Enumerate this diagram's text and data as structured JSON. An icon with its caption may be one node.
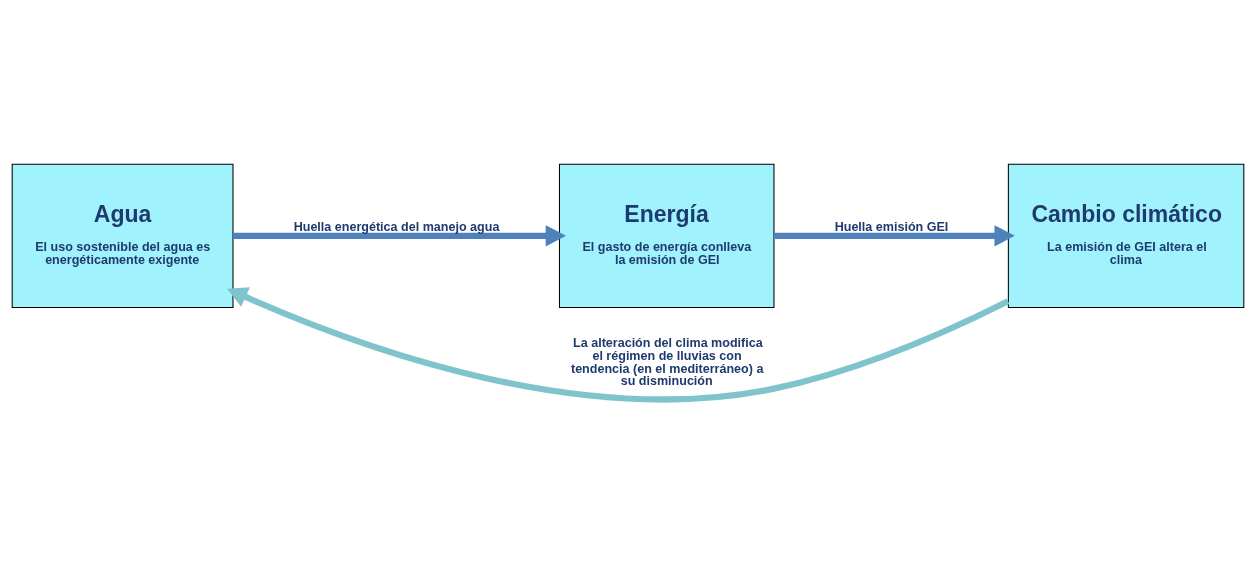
{
  "diagram": {
    "nodes": [
      {
        "text": [
          "Agua",
          "El uso sostenible del agua es energéticamente exigente"
        ]
      },
      {
        "text": [
          "Energía",
          "El gasto de energía conlleva la emisión de GEI"
        ]
      },
      {
        "text": [
          "Cambio climático",
          "La emisión de GEI altera el clima"
        ]
      }
    ],
    "edges": [
      {
        "from": 0,
        "to": 1,
        "arrow": "to",
        "label": "Huella energética del manejo agua"
      },
      {
        "from": 1,
        "to": 2,
        "arrow": "to",
        "label": "Huella emisión GEI"
      },
      {
        "from": 2,
        "to": 0,
        "arrow": "to",
        "label": "La alteración del clima modifica el régimen de lluvias con tendencia (en el mediterráneo) a su disminución",
        "color": "#7fc4cc"
      }
    ]
  }
}
